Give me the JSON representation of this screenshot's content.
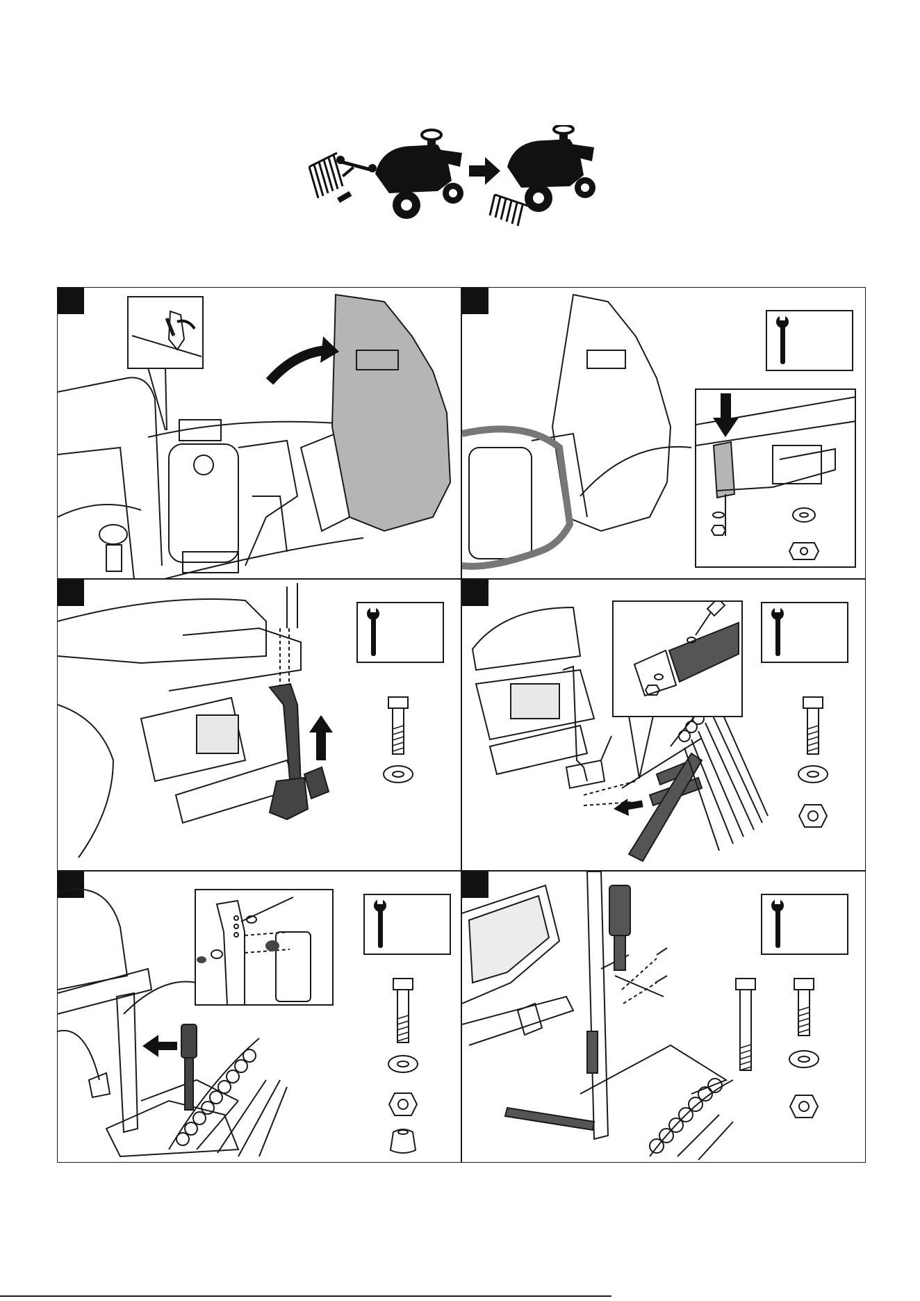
{
  "header": {
    "illustration": "attach-rake-to-tractor",
    "icons": [
      "rake-icon",
      "wrench-icon",
      "tractor-icon",
      "arrow-right-icon",
      "tractor-with-rake-icon"
    ]
  },
  "steps": [
    {
      "id": 1,
      "illustration": "open-engine-hood",
      "inset": "hood-latch-detail"
    },
    {
      "id": 2,
      "illustration": "bracket-under-hood",
      "tool": "wrench-icon",
      "hardware": [
        "washer-icon",
        "nut-icon"
      ]
    },
    {
      "id": 3,
      "illustration": "mount-lift-arm",
      "tool": "wrench-icon",
      "hardware": [
        "bolt-icon",
        "washer-icon"
      ]
    },
    {
      "id": 4,
      "illustration": "attach-rake-frame",
      "tool": "wrench-icon",
      "hardware": [
        "bolt-icon",
        "washer-icon",
        "nut-icon"
      ]
    },
    {
      "id": 5,
      "illustration": "install-actuator",
      "tool": "wrench-icon",
      "hardware": [
        "bolt-icon",
        "washer-icon",
        "nut-icon",
        "spacer-icon"
      ]
    },
    {
      "id": 6,
      "illustration": "secure-actuator-link",
      "tool": "wrench-icon",
      "hardware": [
        "long-bolt-icon",
        "bolt-icon",
        "washer-icon",
        "nut-icon"
      ]
    }
  ],
  "colors": {
    "ink": "#111111",
    "panel_fill": "#b5b5b5",
    "line": "#1a1a1a"
  }
}
